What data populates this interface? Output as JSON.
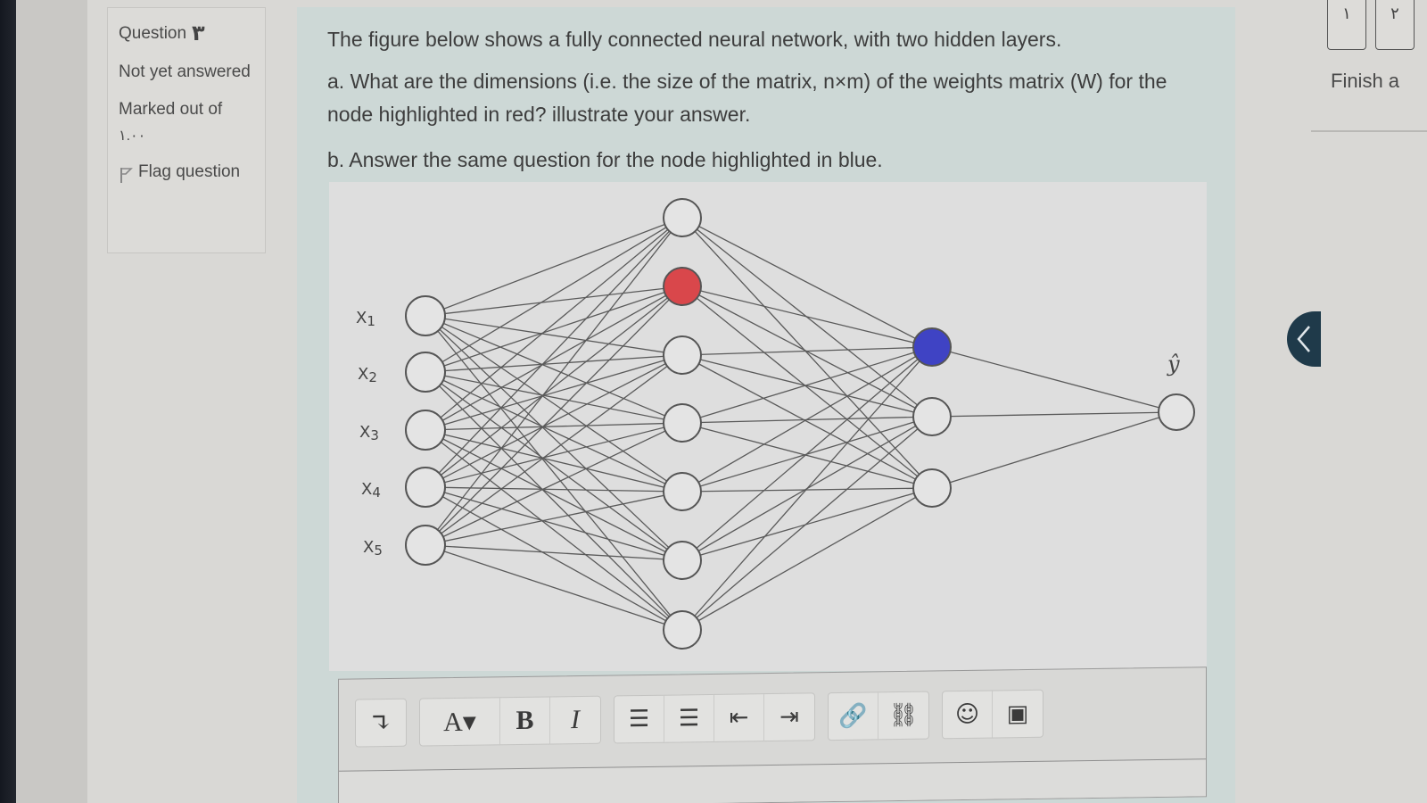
{
  "question_info": {
    "label": "Question",
    "number": "٣",
    "state": "Not yet answered",
    "marked_out_of_label": "Marked out of",
    "max_grade": "١.٠٠",
    "flag_label": "Flag question",
    "flag_icon": "flag-icon"
  },
  "question": {
    "intro": "The figure below shows a fully connected neural network, with two hidden layers.",
    "part_a": "a. What are the dimensions (i.e. the size of the matrix, n×m) of the weights matrix (W) for the node highlighted in red? illustrate your answer.",
    "part_b": "b. Answer the same question for the node highlighted in blue."
  },
  "figure": {
    "input_labels": [
      "X1",
      "X2",
      "X3",
      "X4",
      "X5"
    ],
    "output_label": "ŷ",
    "layers": [
      {
        "name": "input",
        "nodes": 5
      },
      {
        "name": "hidden1",
        "nodes": 7,
        "highlight": {
          "index": 1,
          "color": "#d9474b"
        }
      },
      {
        "name": "hidden2",
        "nodes": 3,
        "highlight": {
          "index": 0,
          "color": "#3f43c4"
        }
      },
      {
        "name": "output",
        "nodes": 1
      }
    ],
    "edge_color": "#5a5a5a",
    "node_stroke": "#555555"
  },
  "editor": {
    "toolbar": [
      {
        "group": "expand",
        "buttons": [
          {
            "name": "toggle-toolbar",
            "icon": "arrow-down-icon",
            "glyph": "↴"
          }
        ]
      },
      {
        "group": "format",
        "buttons": [
          {
            "name": "font-style",
            "icon": "font-dropdown-icon",
            "glyph": "A▾"
          },
          {
            "name": "bold",
            "icon": "bold-icon",
            "glyph": "B"
          },
          {
            "name": "italic",
            "icon": "italic-icon",
            "glyph": "I"
          }
        ]
      },
      {
        "group": "lists",
        "buttons": [
          {
            "name": "unordered-list",
            "icon": "bullet-list-icon",
            "glyph": "☰"
          },
          {
            "name": "ordered-list",
            "icon": "numbered-list-icon",
            "glyph": "☰"
          },
          {
            "name": "outdent",
            "icon": "outdent-icon",
            "glyph": "⇤"
          },
          {
            "name": "indent",
            "icon": "indent-icon",
            "glyph": "⇥"
          }
        ]
      },
      {
        "group": "links",
        "buttons": [
          {
            "name": "link",
            "icon": "link-icon",
            "glyph": "🔗"
          },
          {
            "name": "unlink",
            "icon": "unlink-icon",
            "glyph": "⛓"
          }
        ]
      },
      {
        "group": "insert",
        "buttons": [
          {
            "name": "emoticon",
            "icon": "smiley-icon",
            "glyph": "☺"
          },
          {
            "name": "image",
            "icon": "image-icon",
            "glyph": "▣"
          }
        ]
      }
    ]
  },
  "quiz_nav": {
    "buttons": [
      "١",
      "٢"
    ],
    "finish_label": "Finish a",
    "drawer_icon": "chevron-left-icon"
  }
}
